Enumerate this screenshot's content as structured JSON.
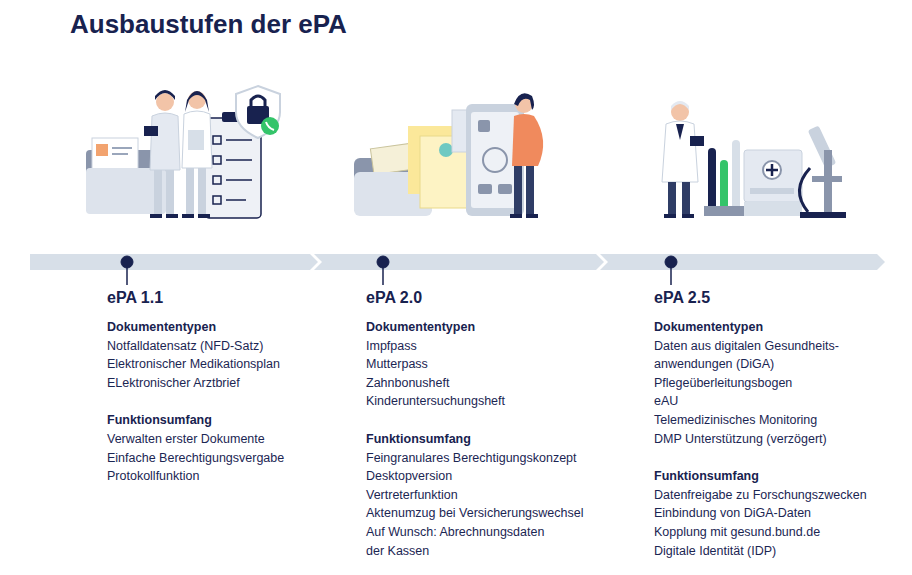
{
  "diagram": {
    "title": "Ausbaustufen der ePA",
    "labels": [
      "ePA 1.1",
      "Dokumententypen",
      "Notfalldatensatz (NFD-Satz)",
      "Elektronischer Medikationsplan",
      "ELektronischer Arztbrief",
      "Funktionsumfang",
      "Verwalten erster Dokumente",
      "Einfache Berechtigungsvergabe",
      "Protokollfunktion",
      "ePA 2.0",
      "Dokumententypen",
      "Impfpass",
      "Mutterpass",
      "Zahnbonusheft",
      "Kinderuntersuchungsheft",
      "Funktionsumfang",
      "Feingranulares Berechtigungskonzept",
      "Desktopversion",
      "Vertreterfunktion",
      "Aktenumzug bei Versicherungswechsel",
      "Auf Wunsch: Abrechnungsdaten der Kassen",
      "ePA 2.5",
      "Dokumententypen",
      "Daten aus digitalen Gesundheits- anwendungen (DiGA)",
      "Pflegeüberleitungsbogen",
      "eAU",
      "Telemedizinisches Monitoring",
      "DMP Unterstützung (verzögert)",
      "Funktionsumfang",
      "Datenfreigabe zu Forschungszwecken",
      "Einbindung von DiGA-Daten",
      "Kopplung mit gesund.bund.de",
      "Digitale Identität (IDP)"
    ]
  }
}
